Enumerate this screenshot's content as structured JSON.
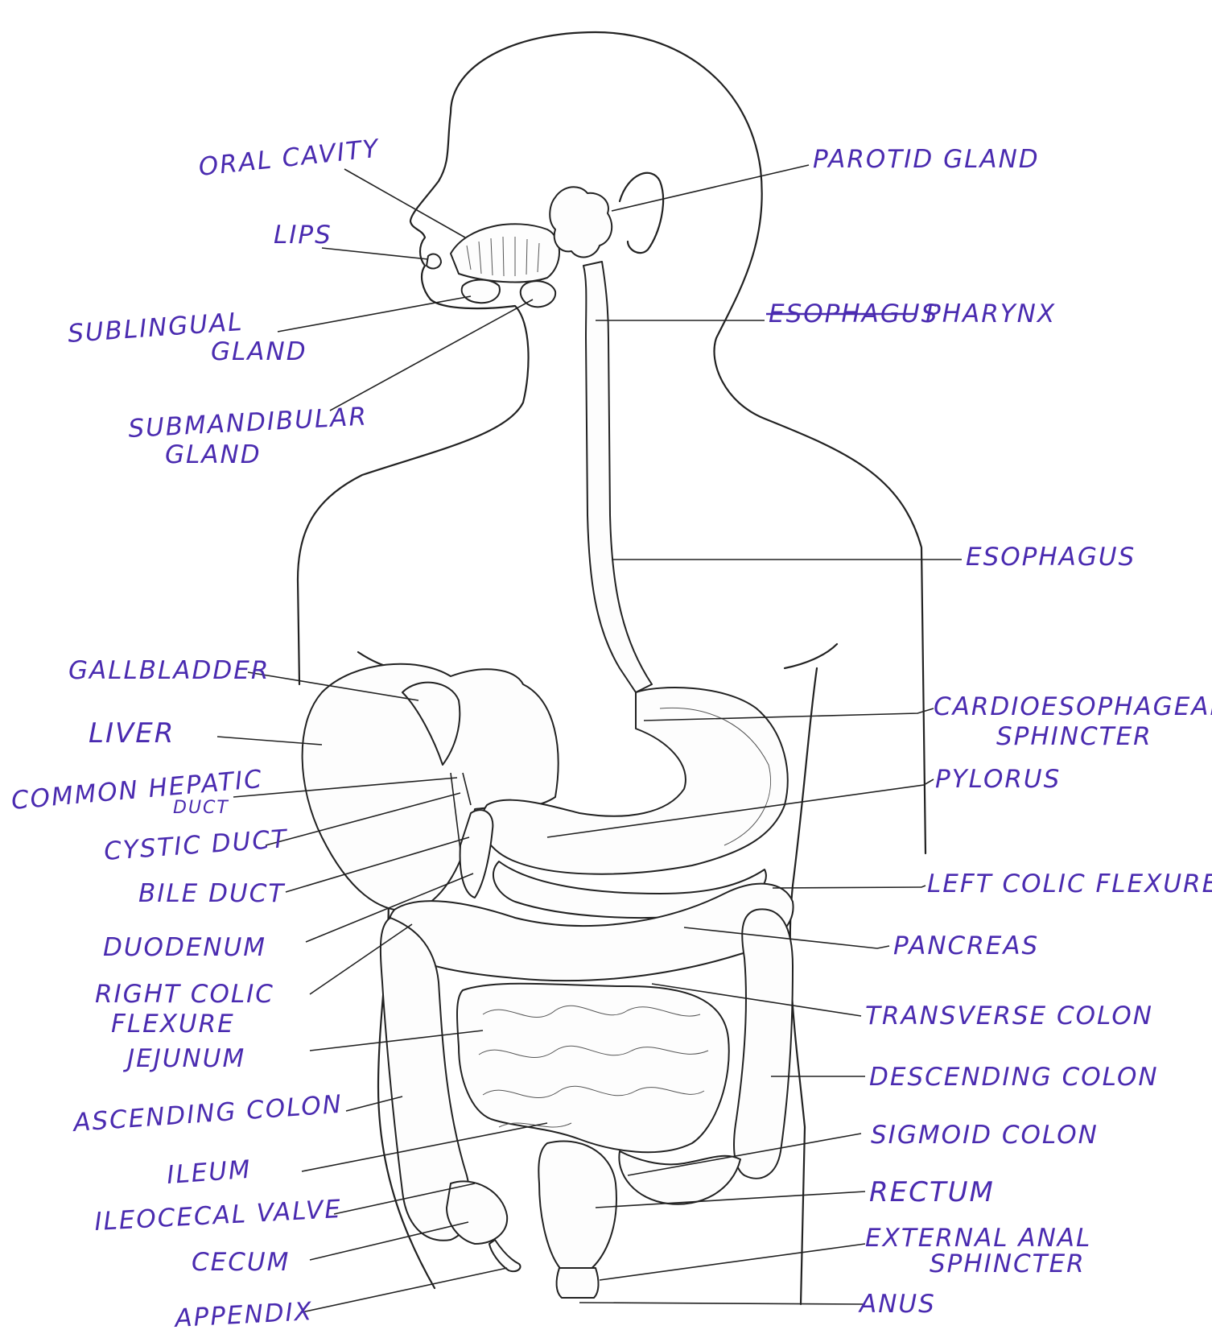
{
  "labels": {
    "oral_cavity": "ORAL CAVITY",
    "parotid_gland": "PAROTID GLAND",
    "lips": "LIPS",
    "esophagus_struck": "ESOPHAGUS",
    "pharynx": "PHARYNX",
    "sublingual_gland_1": "SUBLINGUAL",
    "sublingual_gland_2": "GLAND",
    "submandibular_gland_1": "SUBMANDIBULAR",
    "submandibular_gland_2": "GLAND",
    "esophagus": "ESOPHAGUS",
    "gallbladder": "GALLBLADDER",
    "liver": "LIVER",
    "cardioesophageal_1": "CARDIOESOPHAGEAL",
    "cardioesophageal_2": "SPHINCTER",
    "common_hepatic_1": "COMMON HEPATIC",
    "common_hepatic_2": "DUCT",
    "pylorus": "PYLORUS",
    "cystic_duct": "CYSTIC DUCT",
    "bile_duct": "BILE DUCT",
    "left_colic_flexure": "LEFT COLIC FLEXURE",
    "duodenum": "DUODENUM",
    "pancreas": "PANCREAS",
    "right_colic_1": "RIGHT COLIC",
    "right_colic_2": "FLEXURE",
    "transverse_colon": "TRANSVERSE COLON",
    "jejunum": "JEJUNUM",
    "descending_colon": "DESCENDING COLON",
    "ascending_colon": "ASCENDING COLON",
    "sigmoid_colon": "SIGMOID COLON",
    "ileum": "ILEUM",
    "rectum": "RECTUM",
    "ileocecal_valve": "ILEOCECAL VALVE",
    "external_anal_1": "EXTERNAL ANAL",
    "external_anal_2": "SPHINCTER",
    "cecum": "CECUM",
    "anus": "ANUS",
    "appendix": "APPENDIX"
  },
  "colors": {
    "handwriting": "#4a2bb0",
    "ink": "#222222",
    "paper": "#ffffff"
  }
}
